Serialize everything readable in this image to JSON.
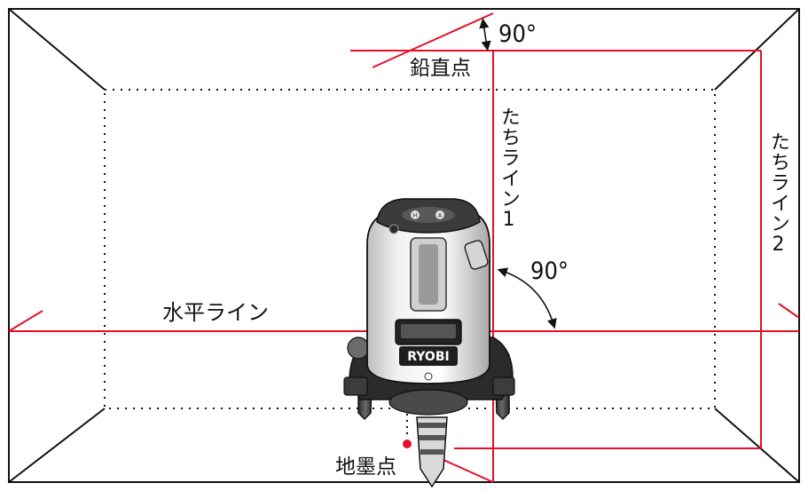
{
  "labels": {
    "plumb_point": "鉛直点",
    "vertical_line_1": "たちライン1",
    "vertical_line_2": "たちライン2",
    "horizontal_line": "水平ライン",
    "ground_point": "地墨点",
    "angle_top": "90°",
    "angle_middle": "90°"
  },
  "device": {
    "brand": "RYOBI",
    "button_labels": [
      "H",
      "A"
    ]
  },
  "colors": {
    "laser": "#e4102a",
    "outline": "#111111",
    "device_body": "#e9e9e9",
    "device_dark": "#3a3a3a"
  }
}
